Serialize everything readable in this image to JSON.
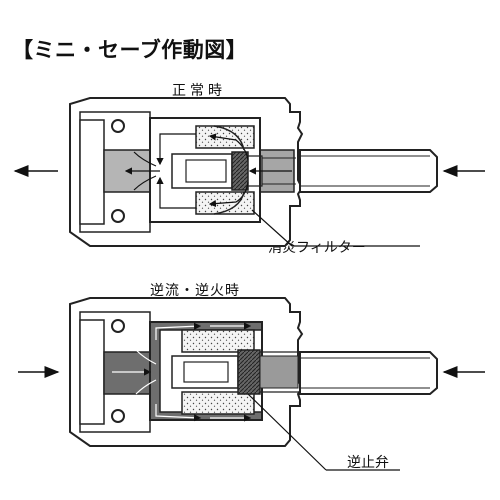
{
  "title": "【ミニ・セーブ作動図】",
  "labels": {
    "normal": "正常時",
    "filter": "消炎フィルター",
    "reverse": "逆流・逆火時",
    "check_valve": "逆止弁"
  },
  "colors": {
    "outline": "#222222",
    "body": "#ffffff",
    "filter_fill": "#f2f2f2",
    "dark_fill": "#555555",
    "gray_fill": "#8c8c8c",
    "light_gray": "#bfbfbf"
  }
}
